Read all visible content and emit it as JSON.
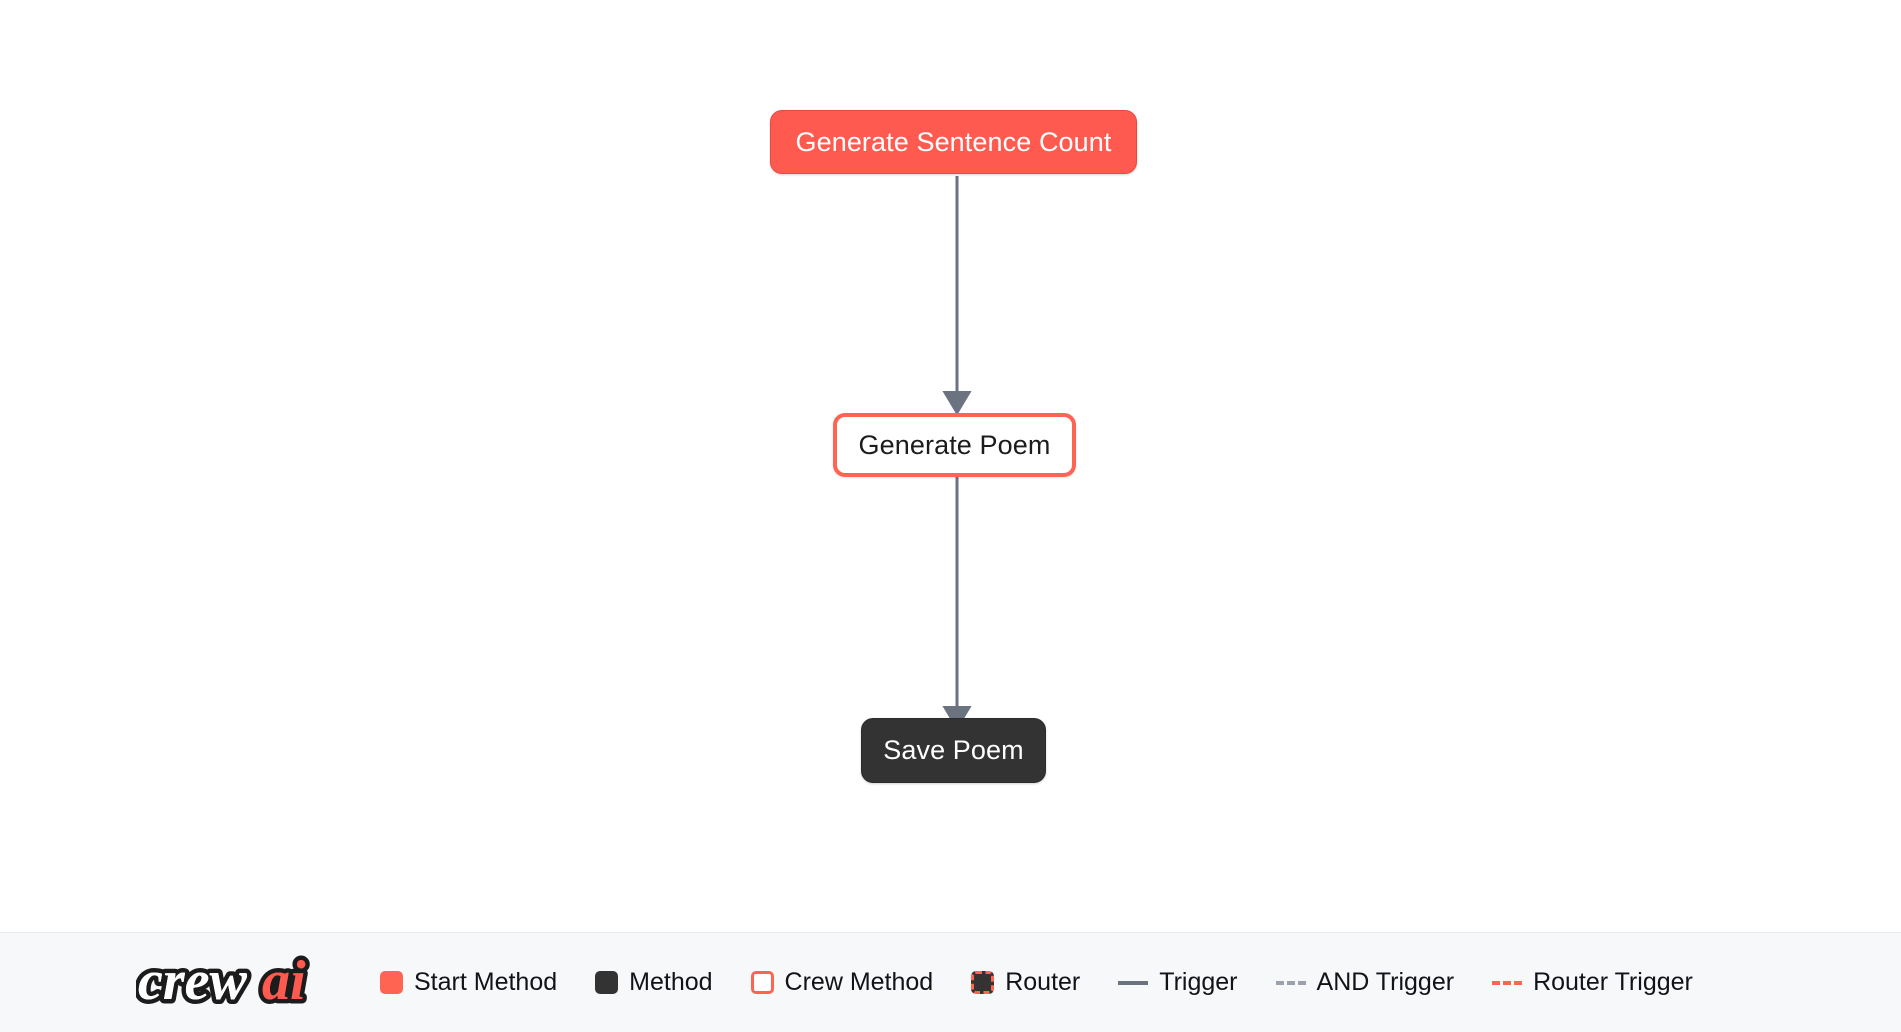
{
  "flow": {
    "nodes": [
      {
        "id": "generate-sentence-count",
        "label": "Generate Sentence Count",
        "type": "start-method"
      },
      {
        "id": "generate-poem",
        "label": "Generate Poem",
        "type": "crew-method"
      },
      {
        "id": "save-poem",
        "label": "Save Poem",
        "type": "method"
      }
    ],
    "edges": [
      {
        "from": "generate-sentence-count",
        "to": "generate-poem",
        "type": "trigger"
      },
      {
        "from": "generate-poem",
        "to": "save-poem",
        "type": "trigger"
      }
    ]
  },
  "legend": {
    "logo_text": "crewai",
    "logo_text_primary": "crew",
    "logo_text_accent": "ai",
    "items": [
      {
        "name": "start-method",
        "label": "Start Method",
        "marker": "filled-square",
        "color": "#ff6352"
      },
      {
        "name": "method",
        "label": "Method",
        "marker": "filled-square",
        "color": "#333333"
      },
      {
        "name": "crew-method",
        "label": "Crew Method",
        "marker": "outlined-square",
        "color": "#ff6352"
      },
      {
        "name": "router",
        "label": "Router",
        "marker": "dashed-outline-square",
        "color": "#ff6352"
      },
      {
        "name": "trigger",
        "label": "Trigger",
        "marker": "solid-line",
        "color": "#6b7280"
      },
      {
        "name": "and-trigger",
        "label": "AND Trigger",
        "marker": "dashed-line",
        "color": "#9aa2ae"
      },
      {
        "name": "router-trigger",
        "label": "Router Trigger",
        "marker": "dashed-line",
        "color": "#ff6352"
      }
    ]
  },
  "colors": {
    "accent": "#ff6352",
    "start_node": "#ff5a50",
    "method_node": "#333333",
    "edge": "#6b7280",
    "legend_bg": "#f7f8fa",
    "canvas_bg": "#ffffff"
  }
}
